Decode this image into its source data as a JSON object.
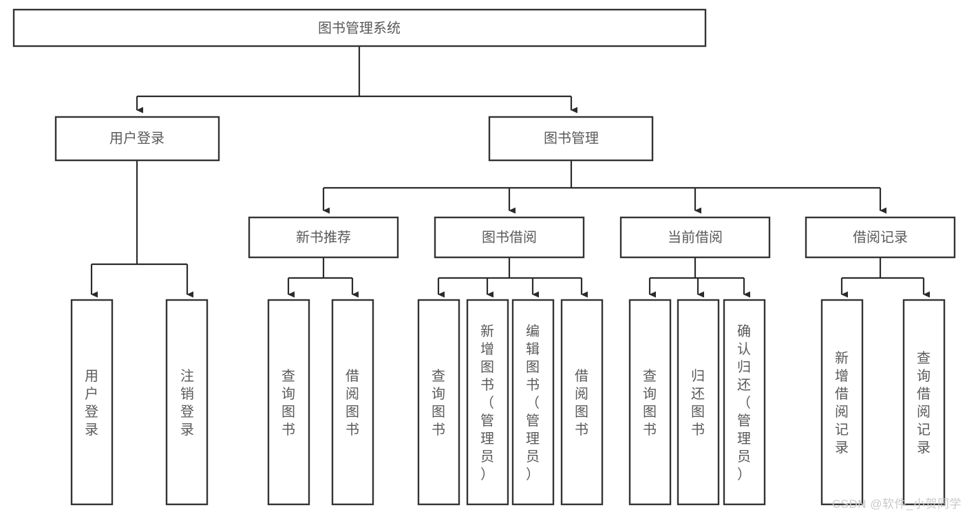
{
  "diagram": {
    "type": "tree",
    "title_node": "图书管理系统",
    "watermark": "CSDN @软件_小贺同学",
    "colors": {
      "box_stroke": "#333333",
      "box_fill": "#ffffff",
      "edge": "#2b2b2b",
      "label_text": "#5a5a5a",
      "watermark": "#c9c9c9",
      "background": "#ffffff"
    },
    "levels": {
      "level1": [
        {
          "id": "root",
          "label": "图书管理系统"
        }
      ],
      "level2": [
        {
          "id": "user-login",
          "label": "用户登录"
        },
        {
          "id": "book-management",
          "label": "图书管理"
        }
      ],
      "level3": [
        {
          "id": "new-book-recommend",
          "label": "新书推荐",
          "parent": "book-management"
        },
        {
          "id": "book-borrow",
          "label": "图书借阅",
          "parent": "book-management"
        },
        {
          "id": "current-borrow",
          "label": "当前借阅",
          "parent": "book-management"
        },
        {
          "id": "borrow-record",
          "label": "借阅记录",
          "parent": "book-management"
        }
      ],
      "level4": [
        {
          "id": "leaf-user-login",
          "label": "用户登录",
          "parent": "user-login"
        },
        {
          "id": "leaf-logout-login",
          "label": "注销登录",
          "parent": "user-login"
        },
        {
          "id": "leaf-query-book-1",
          "label": "查询图书",
          "parent": "new-book-recommend"
        },
        {
          "id": "leaf-borrow-book-1",
          "label": "借阅图书",
          "parent": "new-book-recommend"
        },
        {
          "id": "leaf-query-book-2",
          "label": "查询图书",
          "parent": "book-borrow"
        },
        {
          "id": "leaf-add-book",
          "label": "新增图书（管理员）",
          "parent": "book-borrow"
        },
        {
          "id": "leaf-edit-book",
          "label": "编辑图书（管理员）",
          "parent": "book-borrow"
        },
        {
          "id": "leaf-borrow-book-2",
          "label": "借阅图书",
          "parent": "book-borrow"
        },
        {
          "id": "leaf-query-book-3",
          "label": "查询图书",
          "parent": "current-borrow"
        },
        {
          "id": "leaf-return-book",
          "label": "归还图书",
          "parent": "current-borrow"
        },
        {
          "id": "leaf-confirm-return",
          "label": "确认归还（管理员）",
          "parent": "current-borrow"
        },
        {
          "id": "leaf-add-record",
          "label": "新增借阅记录",
          "parent": "borrow-record"
        },
        {
          "id": "leaf-query-record",
          "label": "查询借阅记录",
          "parent": "borrow-record"
        }
      ]
    }
  }
}
